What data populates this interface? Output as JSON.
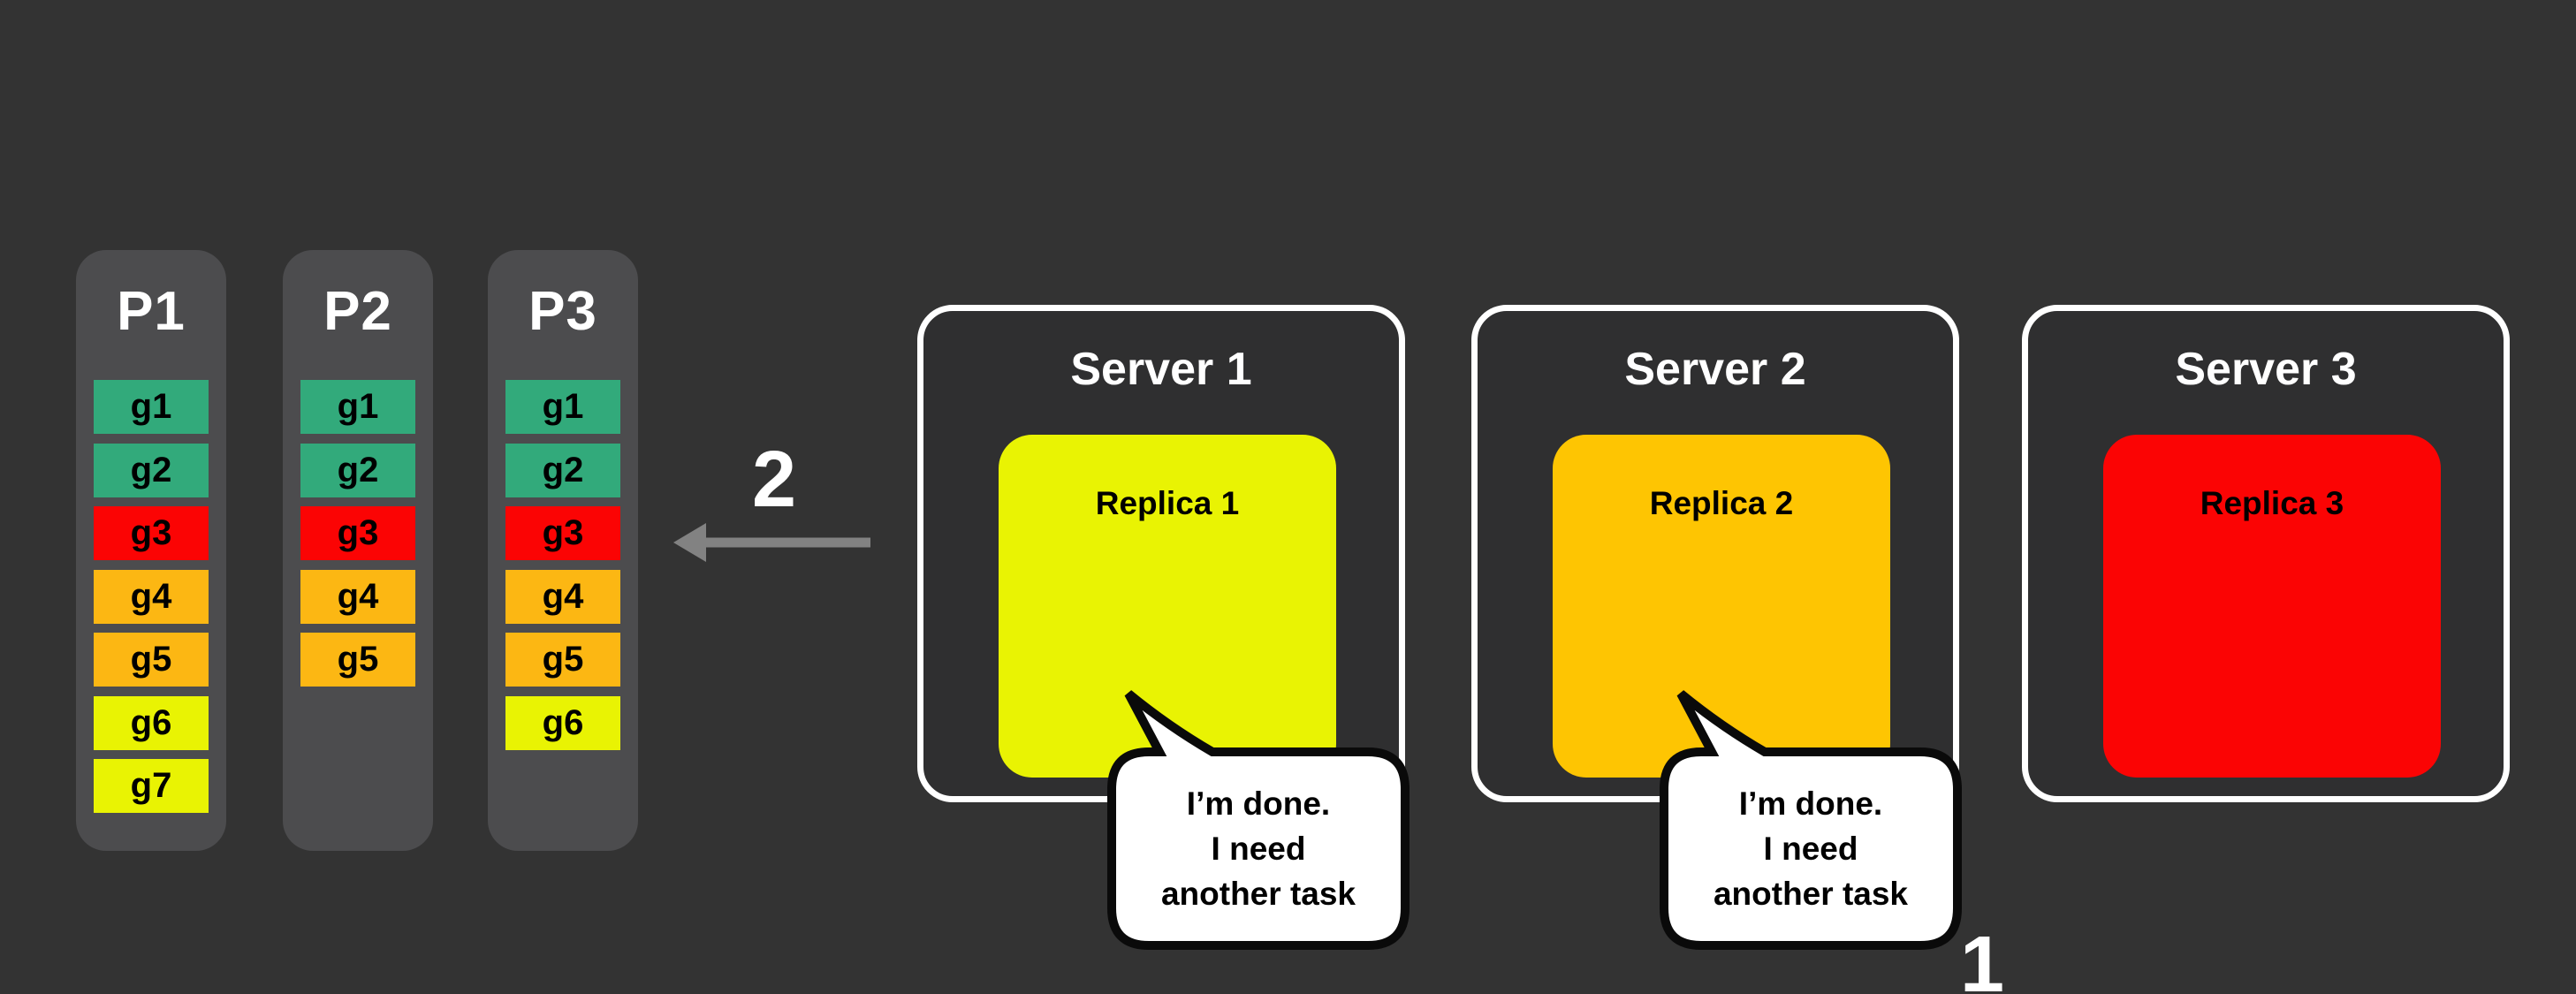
{
  "canvas": {
    "background": "#333333",
    "column_fill": "#4C4C4E",
    "server_fill": "#2F2F30",
    "text_light": "#FFFFFF",
    "text_dark": "#000000"
  },
  "palette": {
    "green": "#32AA7B",
    "red": "#FB0404",
    "orange": "#FCB713",
    "yellow": "#E9F303"
  },
  "queues": {
    "columns": [
      {
        "label": "P1",
        "tasks": [
          {
            "label": "g1",
            "color": "#32AA7B"
          },
          {
            "label": "g2",
            "color": "#32AA7B"
          },
          {
            "label": "g3",
            "color": "#FB0404"
          },
          {
            "label": "g4",
            "color": "#FCB713"
          },
          {
            "label": "g5",
            "color": "#FCB713"
          },
          {
            "label": "g6",
            "color": "#E9F303"
          },
          {
            "label": "g7",
            "color": "#E9F303"
          }
        ]
      },
      {
        "label": "P2",
        "tasks": [
          {
            "label": "g1",
            "color": "#32AA7B"
          },
          {
            "label": "g2",
            "color": "#32AA7B"
          },
          {
            "label": "g3",
            "color": "#FB0404"
          },
          {
            "label": "g4",
            "color": "#FCB713"
          },
          {
            "label": "g5",
            "color": "#FCB713"
          }
        ]
      },
      {
        "label": "P3",
        "tasks": [
          {
            "label": "g1",
            "color": "#32AA7B"
          },
          {
            "label": "g2",
            "color": "#32AA7B"
          },
          {
            "label": "g3",
            "color": "#FB0404"
          },
          {
            "label": "g4",
            "color": "#FCB713"
          },
          {
            "label": "g5",
            "color": "#FCB713"
          },
          {
            "label": "g6",
            "color": "#E9F303"
          }
        ]
      }
    ]
  },
  "servers": [
    {
      "label": "Server 1",
      "replica": {
        "label": "Replica 1",
        "color": "#E9F303"
      },
      "bubble": {
        "lines": [
          "I’m done.",
          "I need",
          "another task"
        ]
      }
    },
    {
      "label": "Server 2",
      "replica": {
        "label": "Replica 2",
        "color": "#FEC502"
      },
      "bubble": {
        "lines": [
          "I’m done.",
          "I need",
          "another task"
        ]
      }
    },
    {
      "label": "Server 3",
      "replica": {
        "label": "Replica 3",
        "color": "#FB0404"
      }
    }
  ],
  "bubble_style": {
    "fill": "#FFFFFF",
    "border": "#0A0A0A"
  },
  "arrow": {
    "color": "#828282"
  },
  "annotations": {
    "step2": "2",
    "step1": "1"
  }
}
